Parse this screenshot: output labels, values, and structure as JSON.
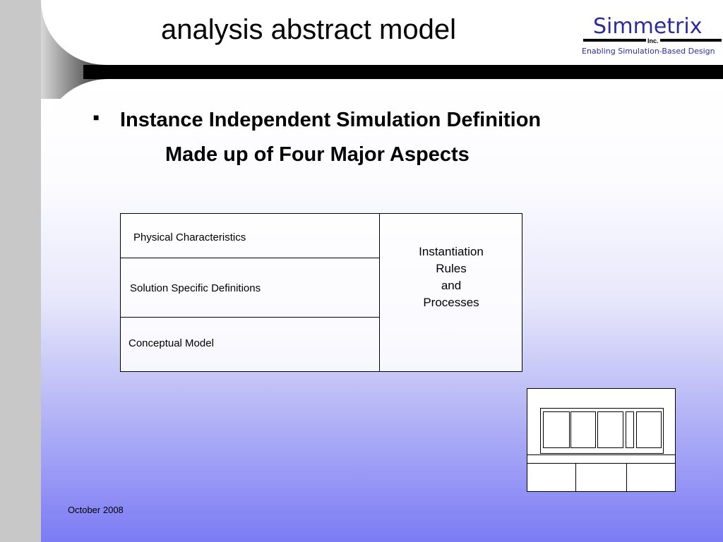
{
  "slide": {
    "title": "analysis abstract model",
    "logo": {
      "name": "Simmetrix",
      "inc": "Inc.",
      "tagline": "Enabling Simulation-Based Design"
    },
    "bullet_symbol": "■",
    "bullet": "Instance Independent Simulation Definition",
    "subline": "Made up of Four Major Aspects",
    "diagram": {
      "left_cells": [
        "Physical Characteristics",
        "Solution Specific Definitions",
        "Conceptual Model"
      ],
      "right_lines": [
        "Instantiation",
        "Rules",
        "and",
        "Processes"
      ]
    },
    "footer_date": "October 2008"
  }
}
